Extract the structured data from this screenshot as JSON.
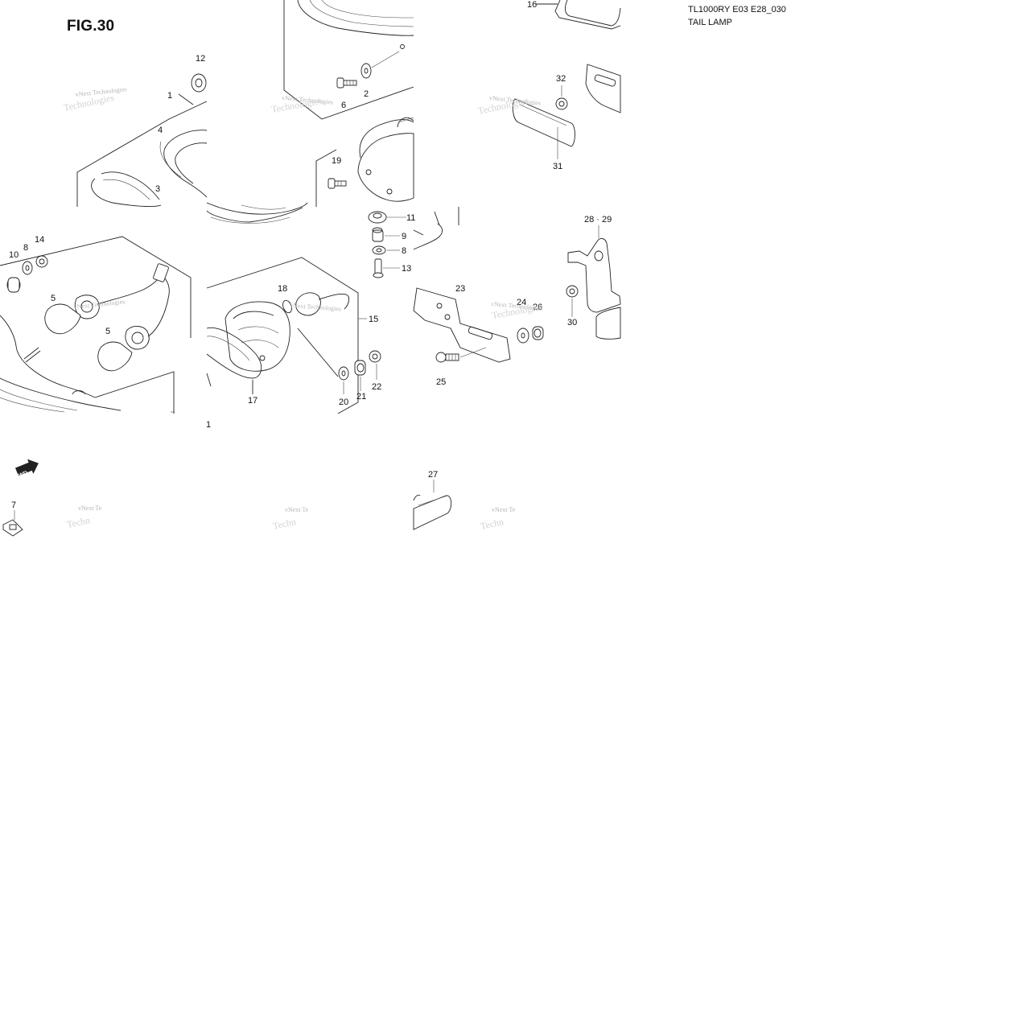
{
  "figure": {
    "title": "FIG.30",
    "model_code": "TL1000RY E03 E28_030",
    "section_title": "TAIL LAMP"
  },
  "watermark": {
    "line1": "vNext Technologies",
    "line2": "Technologies",
    "short1": "vNext Te",
    "short2": "Techn"
  },
  "arrow_label": "FWD",
  "callouts": {
    "c1": "1",
    "c2": "2",
    "c3": "3",
    "c4": "4",
    "c5a": "5",
    "c5b": "5",
    "c6": "6",
    "c7": "7",
    "c8a": "8",
    "c8b": "8",
    "c9": "9",
    "c10": "10",
    "c11": "11",
    "c12": "12",
    "c13": "13",
    "c14": "14",
    "c15": "15",
    "c16": "16",
    "c17": "17",
    "c18": "18",
    "c19": "19",
    "c20": "20",
    "c21": "21",
    "c22": "22",
    "c23": "23",
    "c24": "24",
    "c25": "25",
    "c26": "26",
    "c27": "27",
    "c2829": "28 · 29",
    "c30": "30",
    "c31": "31",
    "c32": "32",
    "c1b": "1"
  }
}
